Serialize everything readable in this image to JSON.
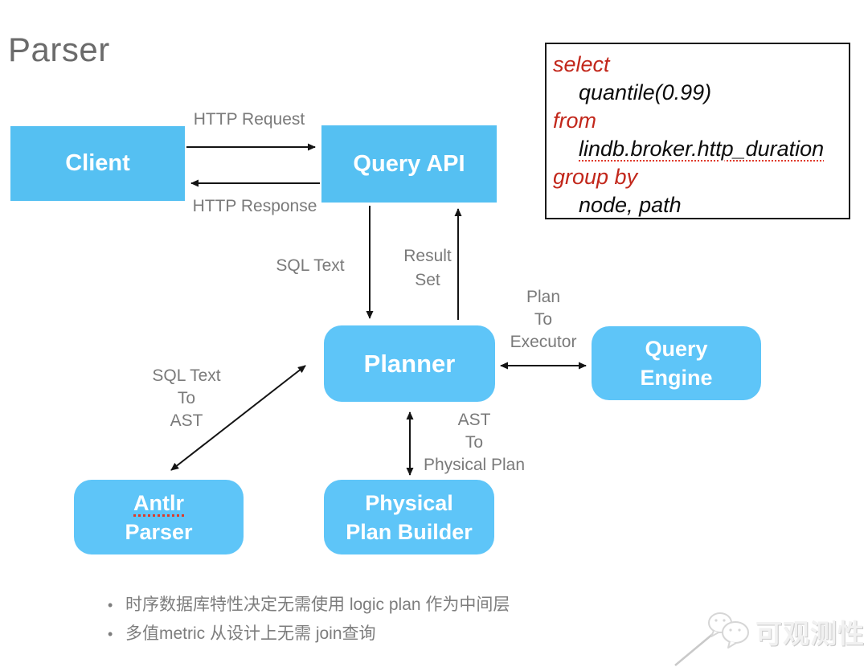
{
  "page": {
    "title": "Parser"
  },
  "nodes": {
    "client": {
      "label": "Client"
    },
    "query_api": {
      "label": "Query API"
    },
    "planner": {
      "label": "Planner"
    },
    "query_engine": {
      "line1": "Query",
      "line2": "Engine"
    },
    "antlr_parser": {
      "line1": "Antlr",
      "line2": "Parser"
    },
    "physical_plan_builder": {
      "line1": "Physical",
      "line2": "Plan Builder"
    }
  },
  "edge_labels": {
    "http_request": "HTTP Request",
    "http_response": "HTTP Response",
    "sql_text": "SQL Text",
    "result_set": "Result\nSet",
    "plan_to_executor": "Plan\nTo\nExecutor",
    "sql_text_to_ast": "SQL Text\nTo\nAST",
    "ast_to_physical_plan": "AST\nTo\nPhysical Plan"
  },
  "code_box": {
    "lines": [
      {
        "text": "select"
      },
      {
        "text": "quantile(0.99)"
      },
      {
        "text": "from"
      },
      {
        "text": "lindb.broker.http_duration"
      },
      {
        "text": "group by"
      },
      {
        "text": "node, path"
      }
    ]
  },
  "notes": [
    "时序数据库特性决定无需使用 logic plan 作为中间层",
    "多值metric 从设计上无需 join查询"
  ],
  "watermark": {
    "text": "可观测性"
  },
  "colors": {
    "node_blue_square": "#55C0F2",
    "node_blue_rounded": "#5EC5F8",
    "keyword_red": "#C2271B",
    "label_gray": "#7A7A7A",
    "arrow_black": "#141414"
  }
}
